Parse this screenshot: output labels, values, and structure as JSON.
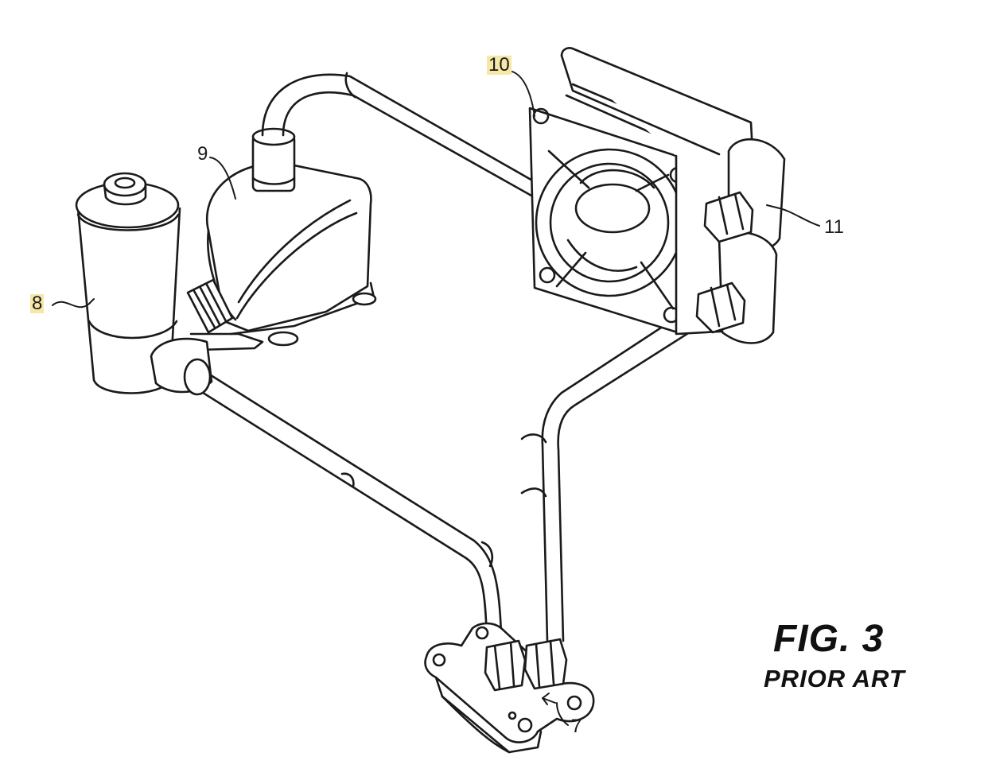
{
  "figure": {
    "title": "FIG. 3",
    "subtitle": "PRIOR ART"
  },
  "labels": {
    "reservoir": "8",
    "pump": "9",
    "fan": "10",
    "radiator": "11",
    "cold_plate": "7"
  },
  "colors": {
    "line": "#1a1a1a",
    "background": "#ffffff",
    "highlight": "#f6e7a6"
  }
}
